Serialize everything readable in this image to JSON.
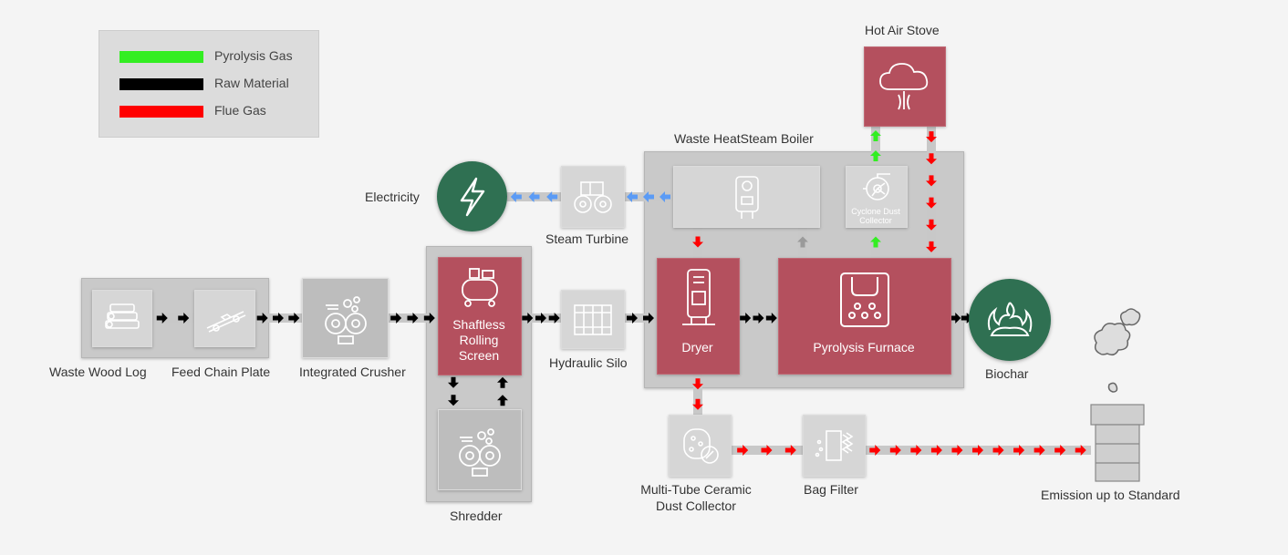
{
  "legend": {
    "items": [
      {
        "label": "Pyrolysis Gas",
        "color": "#33ee22"
      },
      {
        "label": "Raw Material",
        "color": "#000000"
      },
      {
        "label": "Flue Gas",
        "color": "#ff0000"
      }
    ]
  },
  "nodes": {
    "waste_wood_log": "Waste Wood Log",
    "feed_chain_plate": "Feed Chain Plate",
    "integrated_crusher": "Integrated Crusher",
    "shaftless_rolling_screen": "Shaftless Rolling Screen",
    "shredder": "Shredder",
    "hydraulic_silo": "Hydraulic Silo",
    "dryer": "Dryer",
    "pyrolysis_furnace": "Pyrolysis Furnace",
    "biochar": "Biochar",
    "waste_heat_steam_boiler": "Waste HeatSteam Boiler",
    "cyclone_dust_collector": "Cyclone Dust Collector",
    "hot_air_stove": "Hot Air Stove",
    "steam_turbine": "Steam Turbine",
    "electricity": "Electricity",
    "multi_tube_line1": "Multi-Tube Ceramic",
    "multi_tube_line2": "Dust Collector",
    "bag_filter": "Bag Filter",
    "emission": "Emission up to Standard"
  },
  "colors": {
    "red_box": "#b4505e",
    "gray_box": "#bdbdbd",
    "green_circle": "#2f7052",
    "steam_blue": "#5b9bf5"
  }
}
